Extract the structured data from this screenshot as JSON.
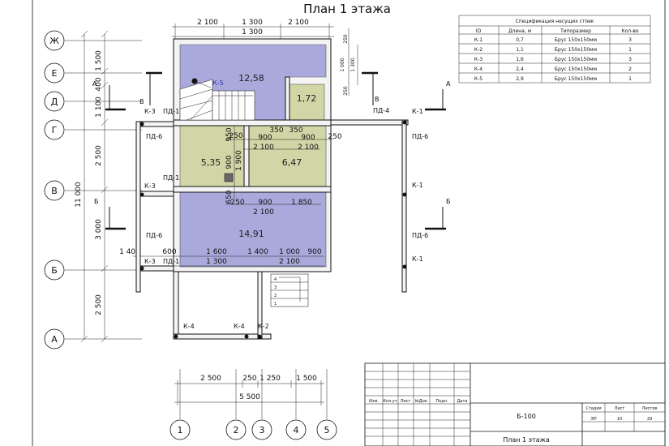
{
  "title": "План 1 этажа",
  "spec": {
    "caption": "Спецификация несущих стоек",
    "headers": [
      "ID",
      "Длина, м",
      "Типоразмер",
      "Кол-во"
    ],
    "rows": [
      [
        "К-1",
        "0,7",
        "Брус 150х150мм",
        "3"
      ],
      [
        "К-2",
        "1,1",
        "Брус 150х150мм",
        "1"
      ],
      [
        "К-3",
        "1,6",
        "Брус 150х150мм",
        "3"
      ],
      [
        "К-4",
        "2,4",
        "Брус 150х150мм",
        "2"
      ],
      [
        "К-5",
        "2,9",
        "Брус 150х150мм",
        "1"
      ]
    ]
  },
  "axes_left": [
    {
      "label": "Ж"
    },
    {
      "label": "Е"
    },
    {
      "label": "Д"
    },
    {
      "label": "Г"
    },
    {
      "label": "В"
    },
    {
      "label": "Б"
    },
    {
      "label": "А"
    }
  ],
  "axes_bottom": [
    {
      "label": "1"
    },
    {
      "label": "2"
    },
    {
      "label": "3"
    },
    {
      "label": "4"
    },
    {
      "label": "5"
    }
  ],
  "rooms": [
    {
      "area": "12,58"
    },
    {
      "area": "1,72"
    },
    {
      "area": "5,35"
    },
    {
      "area": "6,47"
    },
    {
      "area": "14,91"
    }
  ],
  "dims_top": [
    "2 100",
    "1 300",
    "2 100",
    "1 300"
  ],
  "dims_top_right": [
    "250",
    "1 000",
    "1 300",
    "250"
  ],
  "dims_left": [
    "1 500",
    "400",
    "1 100",
    "2 500",
    "3 000",
    "2 500",
    "11 000"
  ],
  "dims_bottom": [
    "2 500",
    "250",
    "1 250",
    "1 500",
    "5 500"
  ],
  "dims_interior": {
    "row1": [
      "250",
      "350",
      "350",
      "250"
    ],
    "row2": [
      "900",
      "900"
    ],
    "row3": [
      "2 100",
      "2 100"
    ],
    "v1": [
      "950",
      "900",
      "1 900"
    ],
    "row4": [
      "650",
      "250",
      "900",
      "1 850",
      "2 100"
    ],
    "row5": [
      "1 400",
      "600",
      "1 600",
      "1 400",
      "1 000",
      "900"
    ],
    "row6": [
      "1 300",
      "2 100"
    ]
  },
  "labels": {
    "k5": "К-5",
    "k3": "К-3",
    "k1": "К-1",
    "k4": "К-4",
    "k2": "К-2",
    "pd1": "ПД-1",
    "pd4": "ПД-4",
    "pd6": "ПД-6",
    "a": "А",
    "b": "Б",
    "v": "В",
    "stairs": [
      "1",
      "2",
      "3",
      "4"
    ]
  },
  "stamp": {
    "cols": [
      "Изм.",
      "Кол.уч",
      "Лист",
      "№Док.",
      "Подп.",
      "Дата"
    ],
    "code": "Б-100",
    "stage_label": "Стадия",
    "sheet_label": "Лист",
    "sheets_label": "Листов",
    "stage": "ЭП",
    "sheet": "10",
    "sheets": "29",
    "name": "План 1 этажа"
  }
}
